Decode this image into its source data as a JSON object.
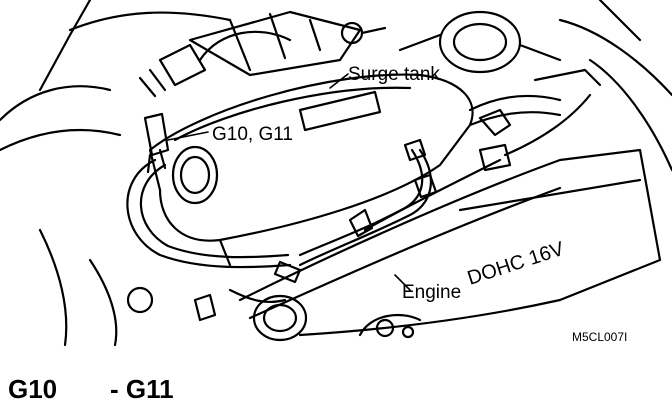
{
  "labels": {
    "surge_tank": "Surge tank",
    "connector": "G10, G11",
    "engine": "Engine",
    "engine_cover_text": "DOHC 16V",
    "figure_code": "M5CL007I"
  },
  "caption": {
    "first": "G10",
    "second": "- G11"
  },
  "colors": {
    "ink": "#000000",
    "paper": "#ffffff"
  }
}
